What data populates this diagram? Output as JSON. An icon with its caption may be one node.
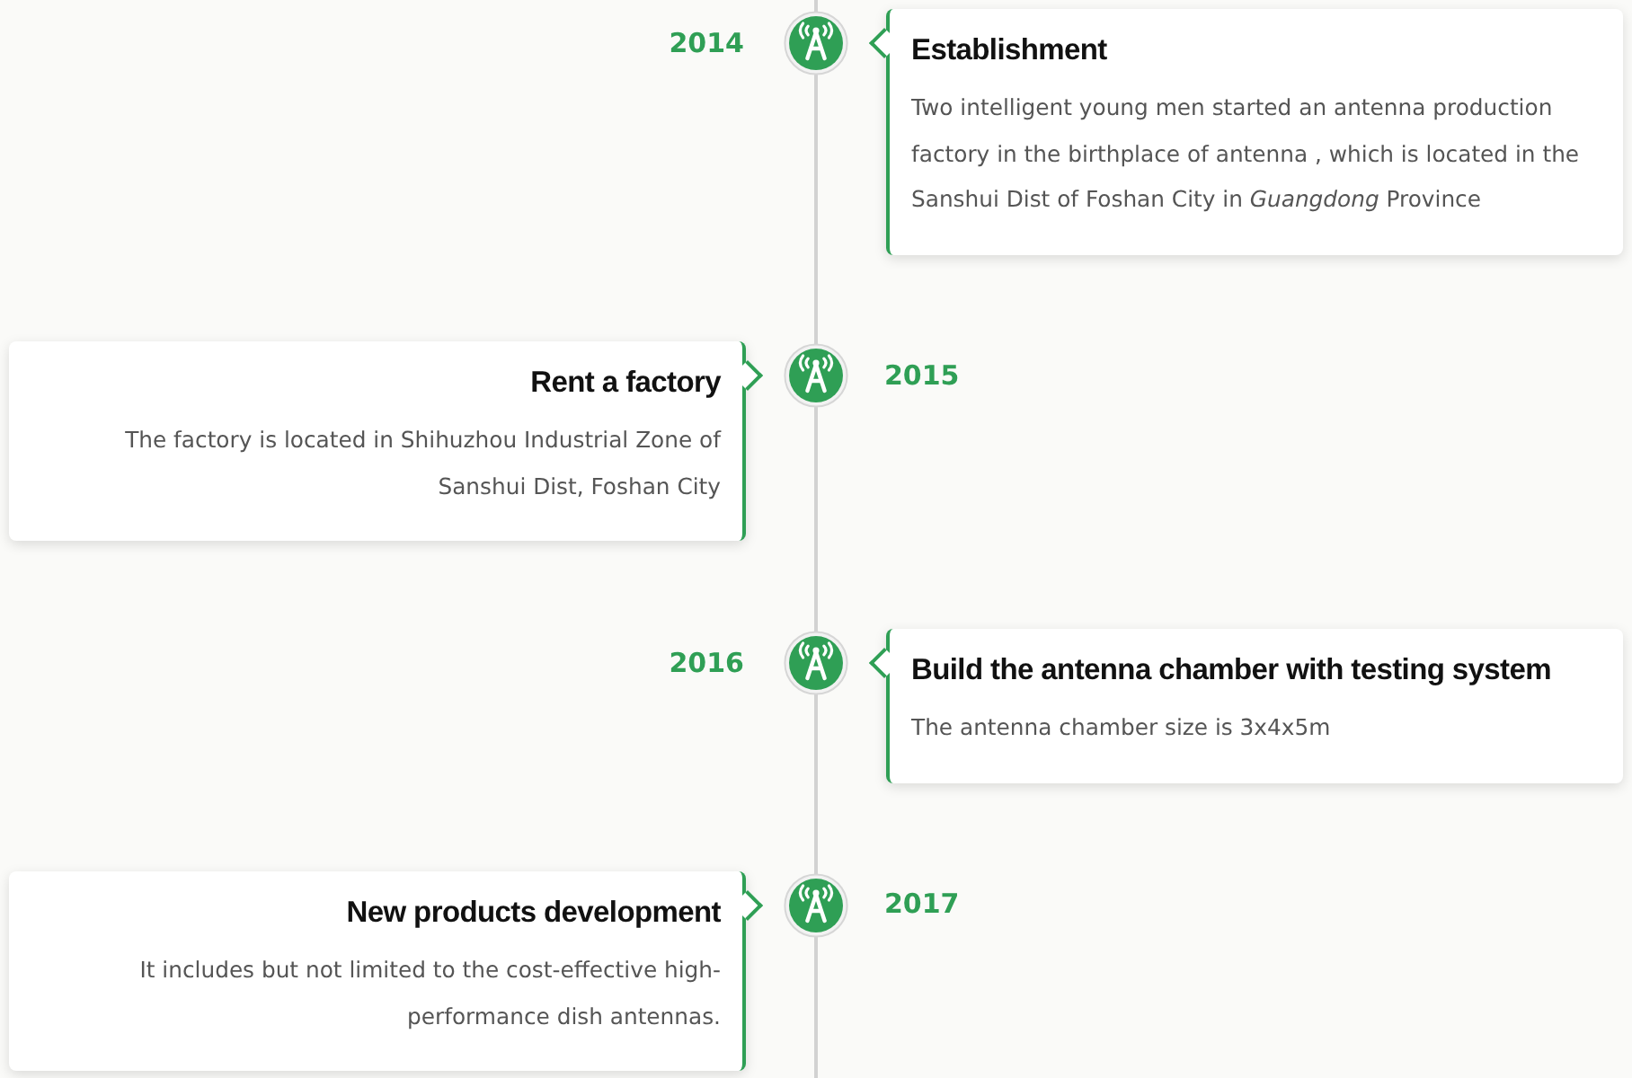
{
  "diagram": {
    "nodes": [
      {
        "text": [
          "Establishment",
          "Two intelligent young men started an antenna production factory in the birthplace of antenna , which is located in the Sanshui Dist of Foshan City in *Guangdong* Province"
        ]
      },
      {
        "text": [
          "Rent a factory",
          "The factory is located in Shihuzhou Industrial Zone of Sanshui Dist, Foshan City"
        ]
      },
      {
        "text": [
          "Build the antenna chamber with testing system",
          "The antenna chamber size is 3x4x5m"
        ]
      },
      {
        "text": [
          "New products development",
          "It includes but not limited to the cost-effective high-performance dish antennas."
        ]
      }
    ],
    "labels": [
      "2014",
      "2015",
      "2016",
      "2017"
    ]
  }
}
